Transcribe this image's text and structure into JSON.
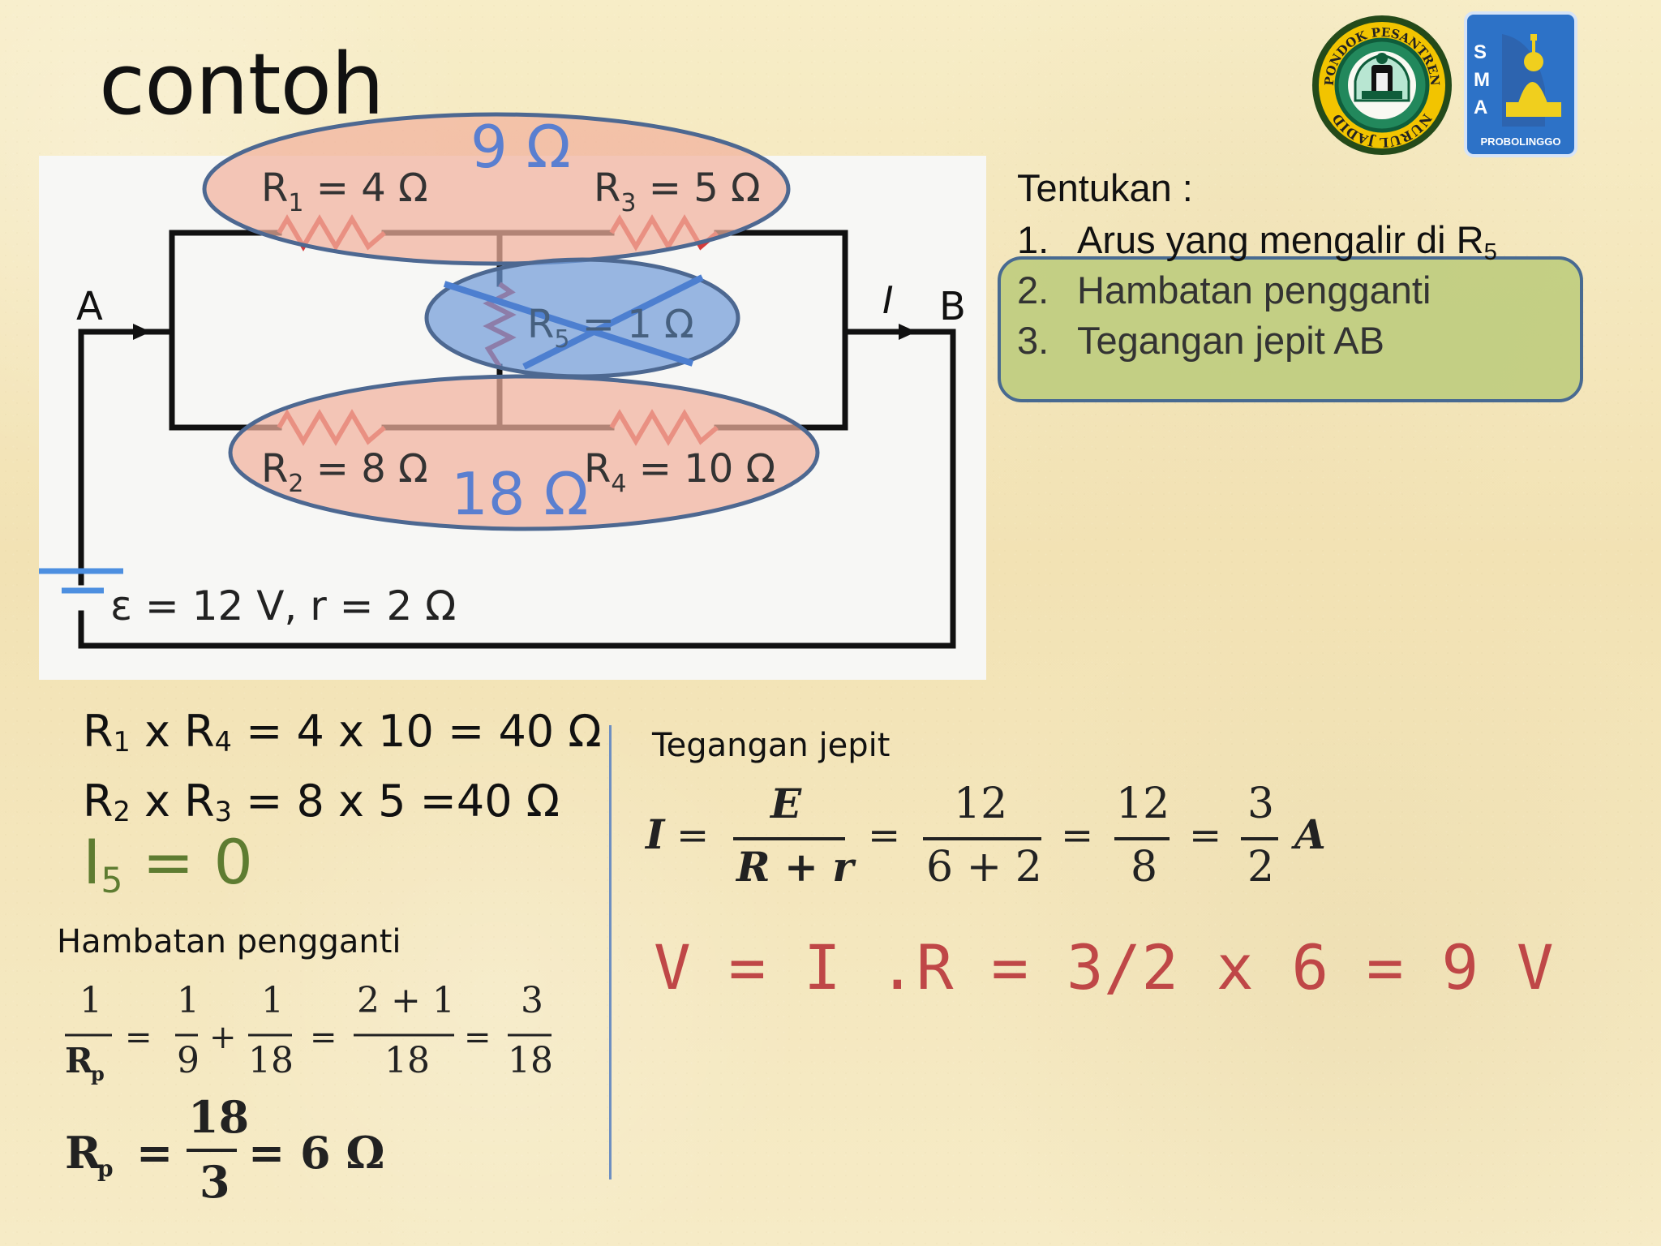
{
  "title": "contoh",
  "logos": {
    "left": {
      "text_top": "PONDOK PESANTREN",
      "text_bottom": "NURUL JADID"
    },
    "right": {
      "text_vertical": "SMA",
      "text_bottom": "PROBOLINGGO"
    }
  },
  "diagram": {
    "node_a": "A",
    "node_b": "B",
    "current_symbol": "I",
    "r1": "R",
    "r1_sub": "1",
    "r1_value": " = 4 Ω",
    "r2": "R",
    "r2_sub": "2",
    "r2_value": " = 8 Ω",
    "r3": "R",
    "r3_sub": "3",
    "r3_value": " = 5 Ω",
    "r4": "R",
    "r4_sub": "4",
    "r4_value": " = 10 Ω",
    "r5_partial": "R",
    "r5_sub": "5",
    "r5_value": " = 1 Ω",
    "top_series": "9 Ω",
    "bottom_series": "18 Ω",
    "source": "ε = 12 V, r = 2 Ω"
  },
  "task": {
    "title": "Tentukan :",
    "items": [
      {
        "num": "1.",
        "text": "Arus yang mengalir di R",
        "sub": "5"
      },
      {
        "num": "2.",
        "text": "Hambatan pengganti"
      },
      {
        "num": "3.",
        "text": "Tegangan jepit AB"
      }
    ]
  },
  "equations": {
    "line1": {
      "a": "R",
      "a_sub": "1",
      "mid": " x R",
      "b_sub": "4",
      "rest": " = 4 x 10 = 40 Ω"
    },
    "line2": {
      "a": "R",
      "a_sub": "2",
      "mid": " x R",
      "b_sub": "3",
      "rest": " = 8 x 5 =40 Ω"
    },
    "i5": {
      "a": "I",
      "sub": "5",
      "rest": " = 0"
    }
  },
  "labels": {
    "hambatan_pengganti": "Hambatan pengganti",
    "tegangan_jepit": "Tegangan jepit"
  },
  "left_math": {
    "one": "1",
    "rp": "R",
    "p": "p",
    "eq": "=",
    "plus": "+",
    "n9": "9",
    "n18": "18",
    "n2p1": "2 + 1",
    "n3": "3",
    "rp_eq": "= 6 Ω"
  },
  "right_math": {
    "i": "I",
    "e": "E",
    "r_plus_r": "R + r",
    "n12": "12",
    "n6p2": "6 + 2",
    "n8": "8",
    "n3": "3",
    "n2": "2",
    "a": "A",
    "eq": "="
  },
  "voltage_line": "V = I .R = 3/2 x 6 = 9 V"
}
